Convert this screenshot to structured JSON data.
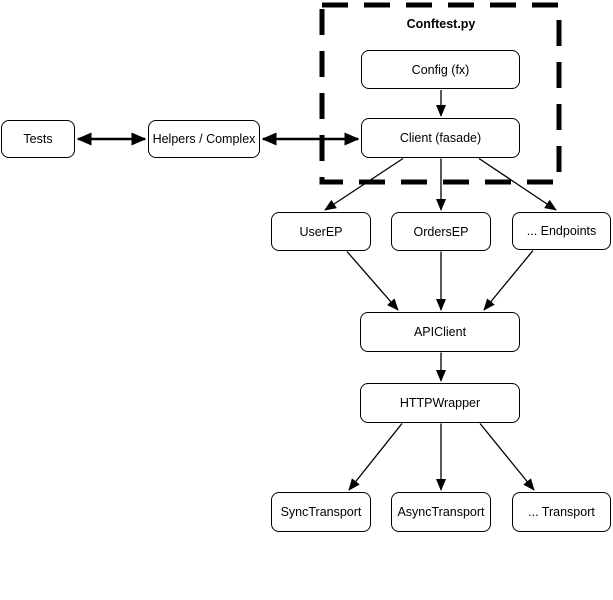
{
  "diagram": {
    "background_color": "#ffffff",
    "stroke_color": "#000000",
    "node_fill_color": "#ffffff",
    "container": {
      "title": "Conftest.py",
      "border_style": "dashed"
    },
    "nodes": {
      "tests": {
        "label": "Tests"
      },
      "helpers": {
        "label": "Helpers / Complex"
      },
      "config": {
        "label": "Config (fx)"
      },
      "client": {
        "label": "Client (fasade)"
      },
      "user_ep": {
        "label": "UserEP"
      },
      "orders_ep": {
        "label": "OrdersEP"
      },
      "endpoints": {
        "label": "... Endpoints"
      },
      "api_client": {
        "label": "APIClient"
      },
      "http_wrapper": {
        "label": "HTTPWrapper"
      },
      "sync_transport": {
        "label": "SyncTransport"
      },
      "async_transport": {
        "label": "AsyncTransport"
      },
      "transport": {
        "label": "... Transport"
      }
    },
    "edges": [
      {
        "from": "tests",
        "to": "helpers",
        "direction": "bidirectional",
        "style": "bold"
      },
      {
        "from": "helpers",
        "to": "client",
        "direction": "bidirectional",
        "style": "bold"
      },
      {
        "from": "config",
        "to": "client",
        "direction": "forward",
        "style": "thin"
      },
      {
        "from": "client",
        "to": "user_ep",
        "direction": "forward",
        "style": "thin"
      },
      {
        "from": "client",
        "to": "orders_ep",
        "direction": "forward",
        "style": "thin"
      },
      {
        "from": "client",
        "to": "endpoints",
        "direction": "forward",
        "style": "thin"
      },
      {
        "from": "user_ep",
        "to": "api_client",
        "direction": "forward",
        "style": "thin"
      },
      {
        "from": "orders_ep",
        "to": "api_client",
        "direction": "forward",
        "style": "thin"
      },
      {
        "from": "endpoints",
        "to": "api_client",
        "direction": "forward",
        "style": "thin"
      },
      {
        "from": "api_client",
        "to": "http_wrapper",
        "direction": "forward",
        "style": "thin"
      },
      {
        "from": "http_wrapper",
        "to": "sync_transport",
        "direction": "forward",
        "style": "thin"
      },
      {
        "from": "http_wrapper",
        "to": "async_transport",
        "direction": "forward",
        "style": "thin"
      },
      {
        "from": "http_wrapper",
        "to": "transport",
        "direction": "forward",
        "style": "thin"
      }
    ]
  }
}
